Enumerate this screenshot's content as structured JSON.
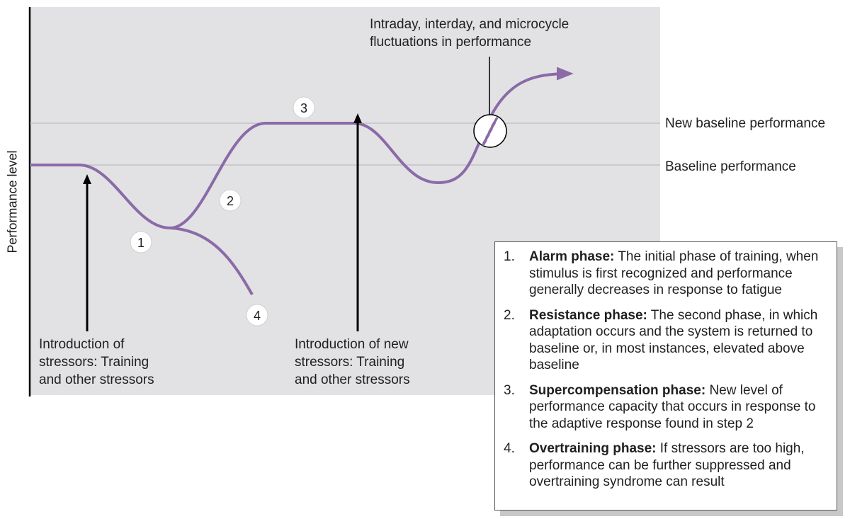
{
  "axis": {
    "ylabel": "Performance level"
  },
  "reference_lines": {
    "new_baseline": "New baseline performance",
    "baseline": "Baseline performance"
  },
  "annotations": {
    "stressors_intro": [
      "Introduction of",
      "stressors: Training",
      "and other stressors"
    ],
    "new_stressors_intro": [
      "Introduction of new",
      "stressors: Training",
      "and other stressors"
    ],
    "fluctuations": [
      "Intraday, interday, and microcycle",
      "fluctuations in performance"
    ]
  },
  "phase_markers": [
    "1",
    "2",
    "3",
    "4"
  ],
  "legend": [
    {
      "num": "1.",
      "title": "Alarm phase:",
      "text": " The initial phase of training, when stimulus is first recognized and performance generally decreases in response to fatigue"
    },
    {
      "num": "2.",
      "title": "Resistance phase:",
      "text": " The second phase, in which adaptation occurs and the system is returned to baseline or, in most instances, elevated above baseline"
    },
    {
      "num": "3.",
      "title": "Supercompensation phase:",
      "text": " New level of performance capacity that occurs in response to the adaptive response found in step 2"
    },
    {
      "num": "4.",
      "title": "Overtraining phase:",
      "text": " If stressors are too high, performance can be further suppressed and overtraining syndrome can result"
    }
  ],
  "colors": {
    "panel": "#e2e2e4",
    "curve": "#8b6aa8",
    "baseline_line": "#b4b4b8",
    "axis": "#000000"
  }
}
